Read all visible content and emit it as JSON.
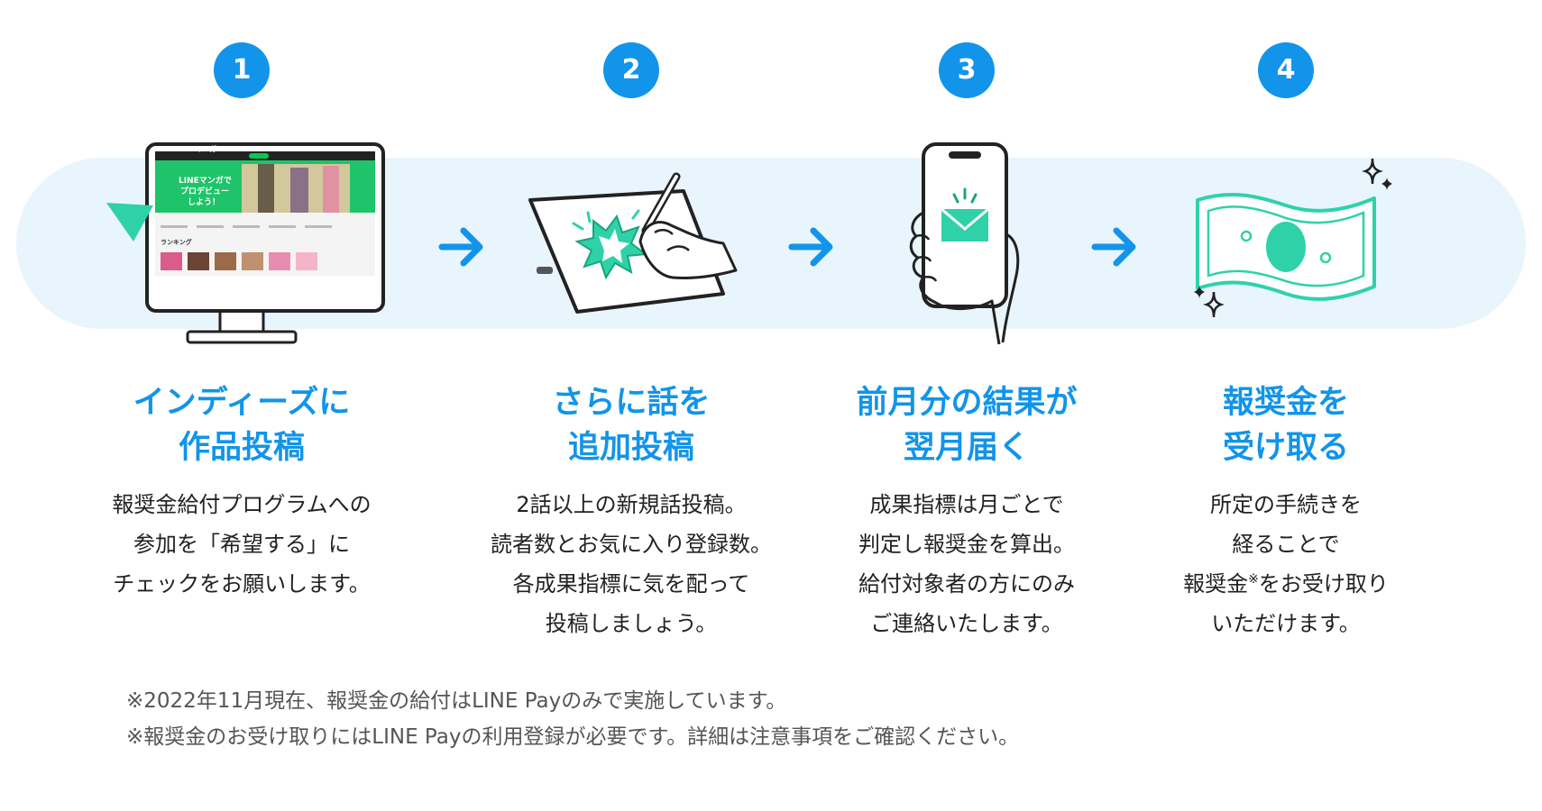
{
  "colors": {
    "accent": "#1294ea",
    "band": "#e9f5fd",
    "mint": "#2fd2a8",
    "line_green": "#06c755"
  },
  "arrows": [
    {
      "icon": "right-arrow-icon"
    },
    {
      "icon": "right-arrow-icon"
    },
    {
      "icon": "right-arrow-icon"
    }
  ],
  "steps": [
    {
      "number": "1",
      "icon": "monitor-icon",
      "title_lines": [
        "インディーズに",
        "作品投稿"
      ],
      "desc_lines": [
        "報奨金給付プログラムへの",
        "参加を「希望する」に",
        "チェックをお願いします。"
      ],
      "screen": {
        "brand": "LINEマンガ",
        "banner_line1": "LINEマンガで",
        "banner_line2": "プロデビュー",
        "banner_line3": "しよう！",
        "ranking_label": "ランキング"
      }
    },
    {
      "number": "2",
      "icon": "tablet-drawing-icon",
      "title_lines": [
        "さらに話を",
        "追加投稿"
      ],
      "desc_lines": [
        "2話以上の新規話投稿。",
        "読者数とお気に入り登録数。",
        "各成果指標に気を配って",
        "投稿しましょう。"
      ]
    },
    {
      "number": "3",
      "icon": "phone-mail-icon",
      "title_lines": [
        "前月分の結果が",
        "翌月届く"
      ],
      "desc_lines": [
        "成果指標は月ごとで",
        "判定し報奨金を算出。",
        "給付対象者の方にのみ",
        "ご連絡いたします。"
      ]
    },
    {
      "number": "4",
      "icon": "banknote-icon",
      "title_lines": [
        "報奨金を",
        "受け取る"
      ],
      "desc_lines": [
        "所定の手続きを",
        "経ることで",
        "報奨金",
        "をお受け取り",
        "いただけます。"
      ],
      "desc_mark": "※"
    }
  ],
  "notes": [
    "※2022年11月現在、報奨金の給付はLINE Payのみで実施しています。",
    "※報奨金のお受け取りにはLINE Payの利用登録が必要です。詳細は注意事項をご確認ください。"
  ]
}
